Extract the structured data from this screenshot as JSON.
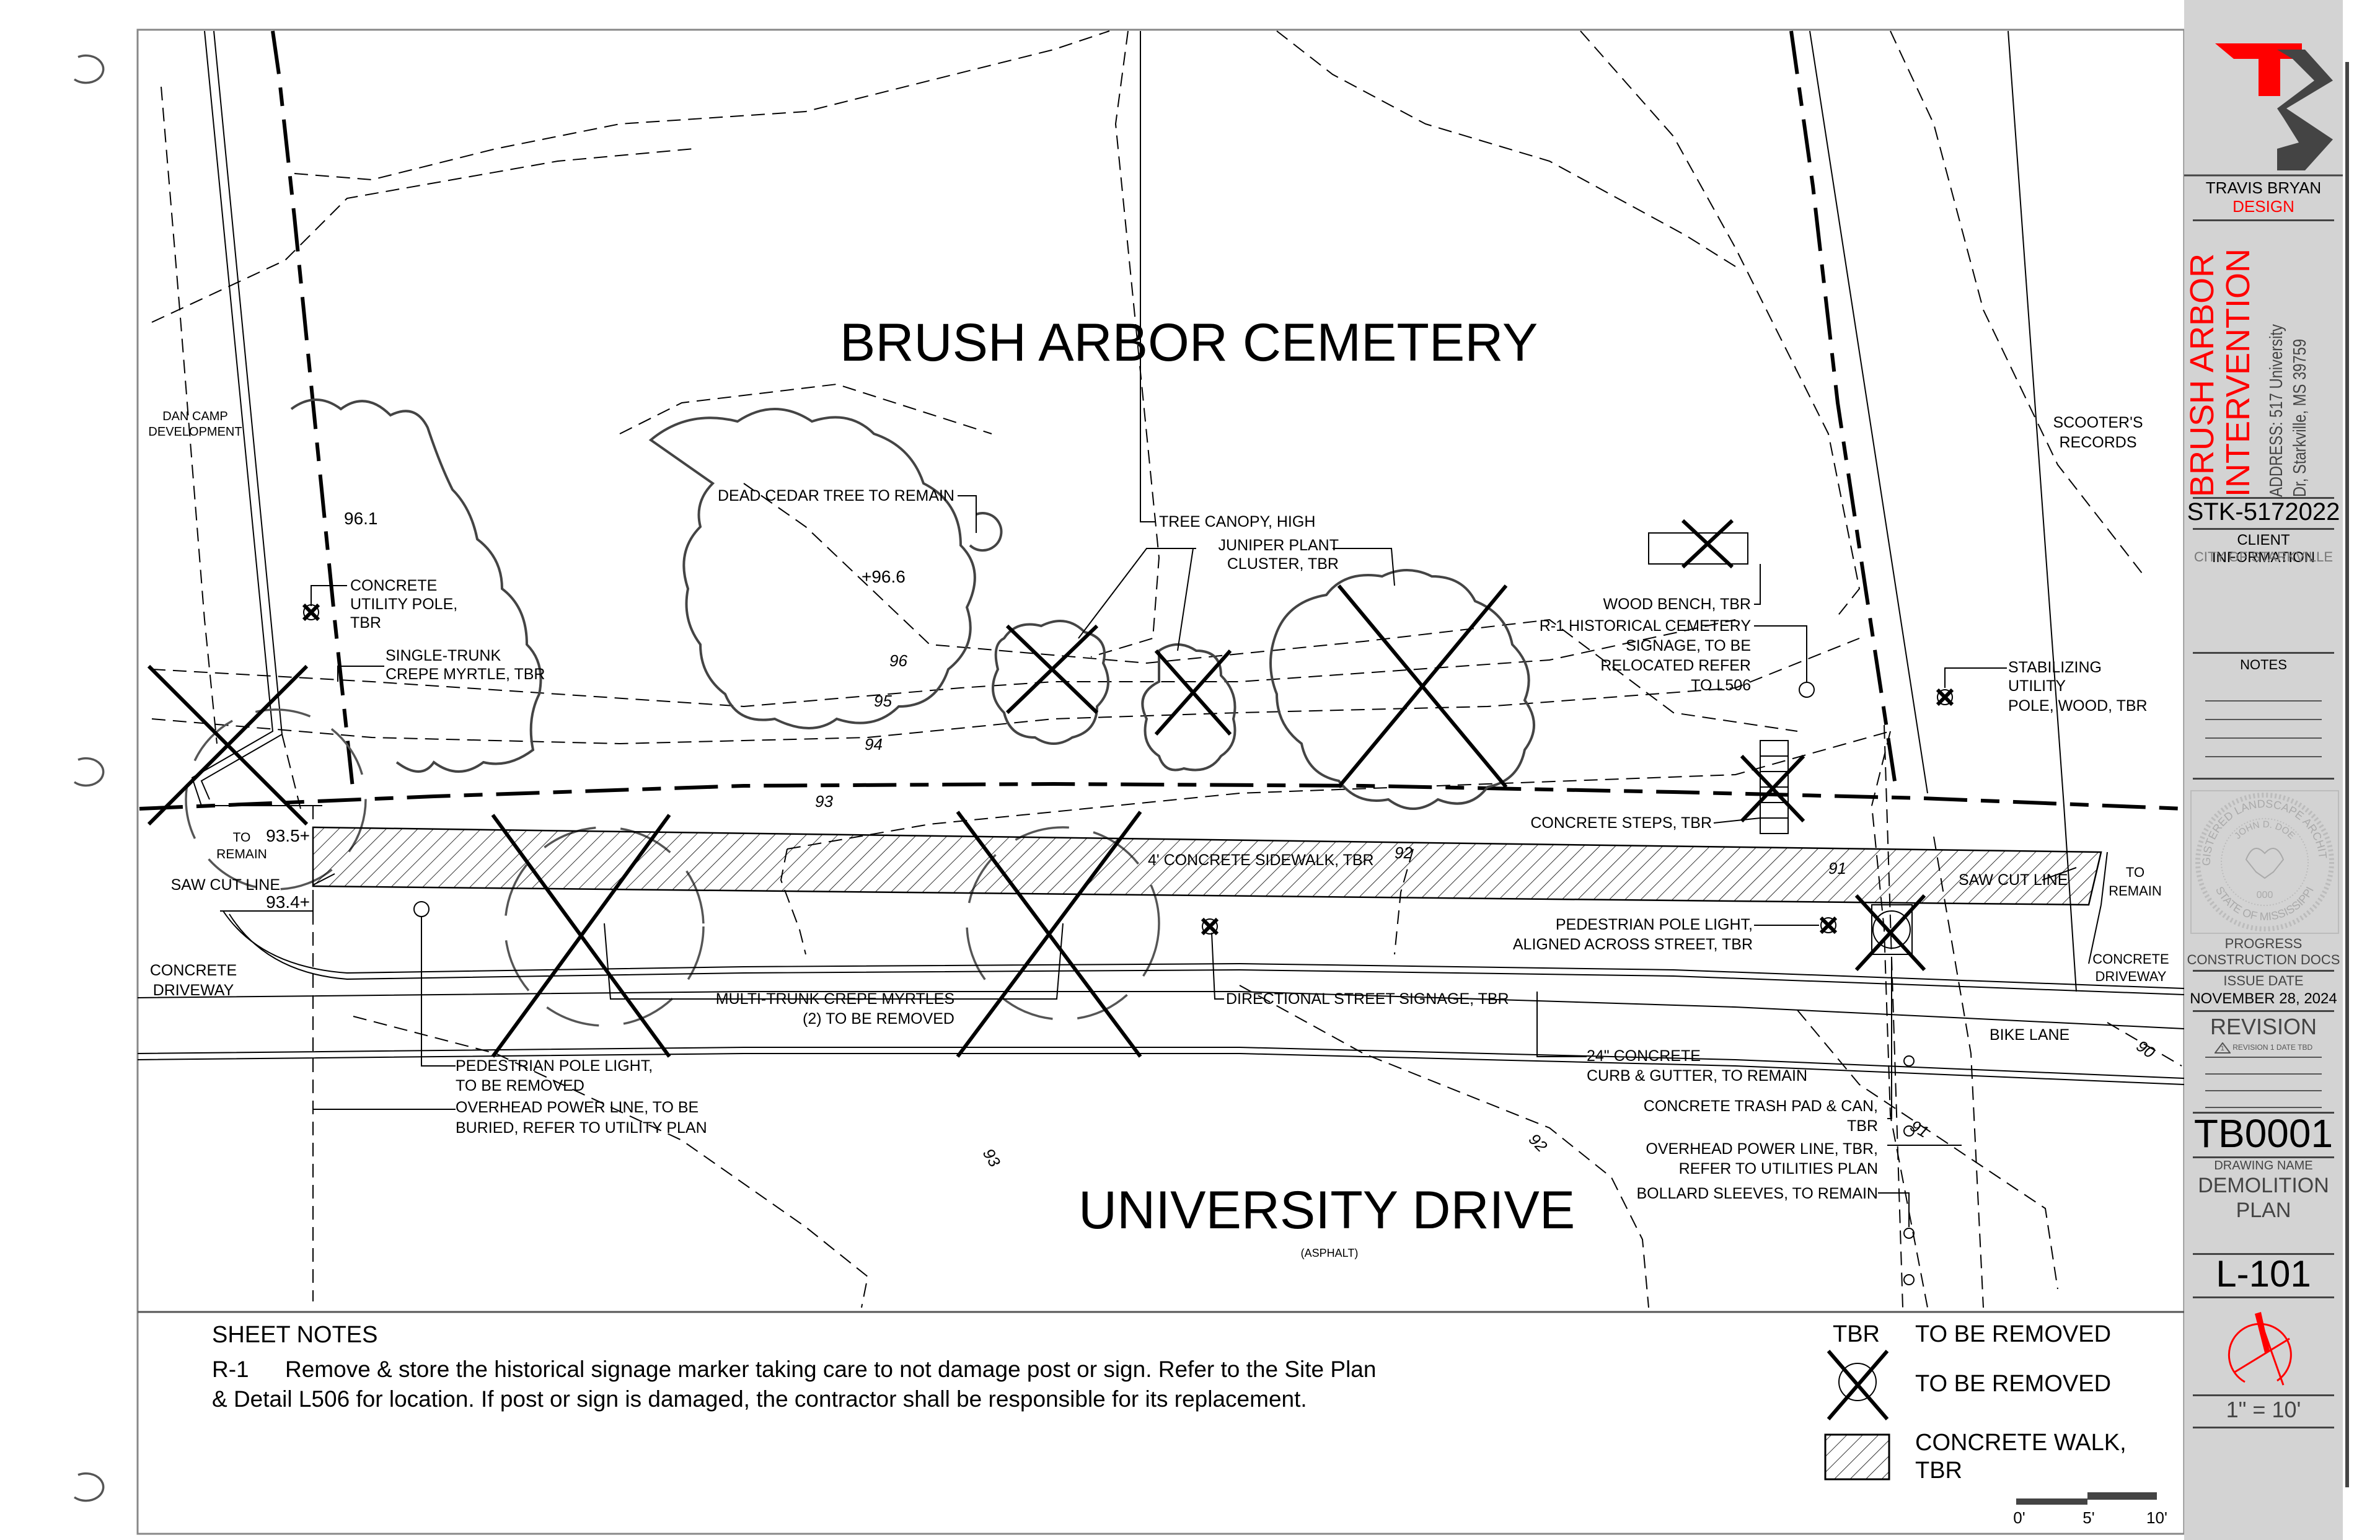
{
  "drawing": {
    "site_title": "BRUSH ARBOR CEMETERY",
    "street_title": "UNIVERSITY DRIVE",
    "street_surface": "(ASPHALT)",
    "neighbors": {
      "west_line1": "DAN CAMP",
      "west_line2": "DEVELOPMENT",
      "east_line1": "SCOOTER'S",
      "east_line2": "RECORDS"
    },
    "spot_elevations": [
      "96.1",
      "+96.6",
      "93.5+",
      "93.4+"
    ],
    "contours": [
      "96",
      "95",
      "94",
      "93",
      "92",
      "91",
      "93",
      "92",
      "91",
      "90"
    ],
    "callouts": {
      "dead_cedar": "DEAD CEDAR TREE TO REMAIN",
      "tree_canopy": "TREE CANOPY, HIGH",
      "juniper_1": "JUNIPER PLANT",
      "juniper_2": "CLUSTER, TBR",
      "utility_pole_1": "CONCRETE",
      "utility_pole_2": "UTILITY POLE,",
      "utility_pole_3": "TBR",
      "crepe_single_1": "SINGLE-TRUNK",
      "crepe_single_2": "CREPE MYRTLE, TBR",
      "wood_bench": "WOOD BENCH, TBR",
      "signage_1": "R-1 HISTORICAL CEMETERY",
      "signage_2": "SIGNAGE, TO BE",
      "signage_3": "RELOCATED REFER",
      "signage_4": "TO L506",
      "stab_pole_1": "STABILIZING",
      "stab_pole_2": "UTILITY",
      "stab_pole_3": "POLE, WOOD, TBR",
      "to_remain_w_1": "TO",
      "to_remain_w_2": "REMAIN",
      "saw_cut_w": "SAW CUT LINE",
      "concrete_driveway_w_1": "CONCRETE",
      "concrete_driveway_w_2": "DRIVEWAY",
      "sidewalk": "4' CONCRETE SIDEWALK, TBR",
      "concrete_steps": "CONCRETE STEPS, TBR",
      "saw_cut_e": "SAW CUT LINE",
      "to_remain_e_1": "TO",
      "to_remain_e_2": "REMAIN",
      "ped_light_e_1": "PEDESTRIAN POLE LIGHT,",
      "ped_light_e_2": "ALIGNED ACROSS STREET, TBR",
      "concrete_driveway_e_1": "CONCRETE",
      "concrete_driveway_e_2": "DRIVEWAY",
      "crepe_multi_1": "MULTI-TRUNK CREPE MYRTLES",
      "crepe_multi_2": "(2) TO BE REMOVED",
      "directional_sign": "DIRECTIONAL STREET SIGNAGE, TBR",
      "bike_lane": "BIKE LANE",
      "ped_light_w_1": "PEDESTRIAN POLE LIGHT,",
      "ped_light_w_2": "TO BE REMOVED",
      "overhead_w_1": "OVERHEAD POWER LINE, TO BE",
      "overhead_w_2": "BURIED, REFER TO UTILITY PLAN",
      "curb_1": "24\" CONCRETE",
      "curb_2": "CURB & GUTTER, TO REMAIN",
      "trash_1": "CONCRETE TRASH PAD & CAN,",
      "trash_2": "TBR",
      "overhead_e_1": "OVERHEAD POWER LINE, TBR,",
      "overhead_e_2": "REFER TO UTILITIES PLAN",
      "bollards": "BOLLARD SLEEVES, TO REMAIN"
    }
  },
  "sheet_notes": {
    "heading": "SHEET NOTES",
    "notes": [
      {
        "id": "R-1",
        "line1": "Remove & store the historical signage marker taking care to not damage post or sign. Refer to the Site Plan",
        "line2": "& Detail L506 for location. If post or sign is damaged, the contractor shall be responsible for its replacement."
      }
    ]
  },
  "legend": {
    "items": [
      {
        "symbol": "TBR",
        "label": "TO BE REMOVED"
      },
      {
        "symbol": "x-circle",
        "label": "TO BE REMOVED"
      },
      {
        "symbol": "hatch",
        "label_line1": "CONCRETE WALK,",
        "label_line2": "TBR"
      }
    ],
    "scale_bar": {
      "ticks": [
        "0'",
        "5'",
        "10'"
      ]
    }
  },
  "title_block": {
    "firm_name": "TRAVIS BRYAN",
    "firm_sub": "DESIGN",
    "project_line1": "BRUSH ARBOR",
    "project_line2": "INTERVENTION",
    "address_line1": "ADDRESS: 517 University",
    "address_line2": "Dr, Starkville, MS 39759",
    "project_number": "STK-5172022",
    "client_label": "CLIENT INFORMATION",
    "client_name": "CITY OF STARKVILLE",
    "notes_label": "NOTES",
    "seal": {
      "ring_text_top": "REGISTERED LANDSCAPE ARCHITECT",
      "name": "JOHN D. DOE",
      "ring_text_bottom": "STATE OF MISSISSIPPI",
      "number": "000"
    },
    "phase_line1": "PROGRESS",
    "phase_line2": "CONSTRUCTION DOCS",
    "issue_label": "ISSUE DATE",
    "issue_date": "NOVEMBER 28, 2024",
    "revision_label": "REVISION",
    "revision_number": "1",
    "revision_entry": "REVISION 1 DATE TBD",
    "sheet_code": "TB0001",
    "drawing_name_label": "DRAWING NAME",
    "drawing_name_line1": "DEMOLITION",
    "drawing_name_line2": "PLAN",
    "sheet_number": "L-101",
    "scale": "1\" = 10'",
    "colors": {
      "brand_red": "#ff0000",
      "brand_gray": "#444444",
      "panel": "#d3d3d3"
    }
  }
}
